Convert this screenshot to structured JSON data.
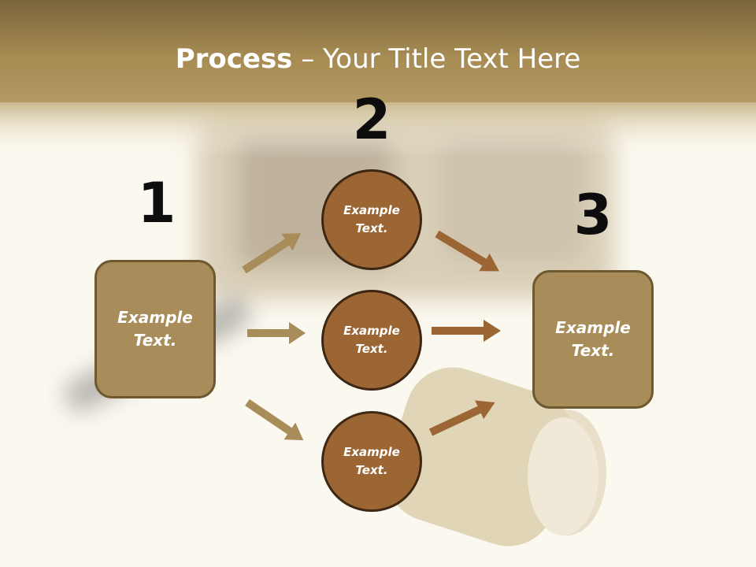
{
  "title": {
    "bold": "Process",
    "rest": " – Your Title Text Here"
  },
  "steps": [
    {
      "number": "1",
      "label": "Example\nText."
    },
    {
      "number": "2",
      "label": "Example\nText."
    },
    {
      "number": "3",
      "label": "Example\nText."
    }
  ],
  "circles": [
    {
      "label": "Example\nText."
    },
    {
      "label": "Example\nText."
    },
    {
      "label": "Example\nText."
    }
  ],
  "colors": {
    "box_fill": "#a88d5a",
    "circle_fill": "#9c6534",
    "arrow_light": "#a88d5a",
    "arrow_dark": "#9c6534"
  }
}
